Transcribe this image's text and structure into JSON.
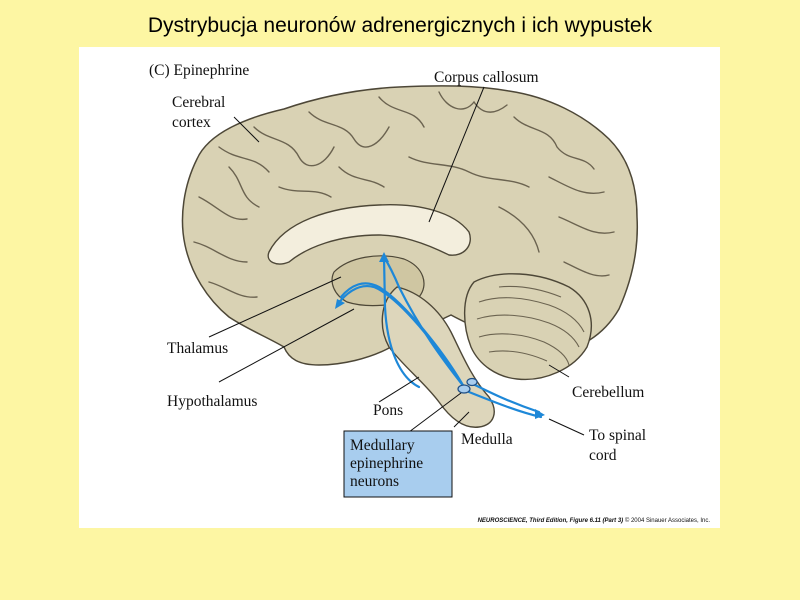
{
  "slide": {
    "title": "Dystrybucja neuronów adrenergicznych i ich wypustek"
  },
  "figure": {
    "panel_label": "(C)  Epinephrine",
    "labels": {
      "cerebral_cortex_1": "Cerebral",
      "cerebral_cortex_2": "cortex",
      "corpus_callosum": "Corpus callosum",
      "thalamus": "Thalamus",
      "hypothalamus": "Hypothalamus",
      "pons": "Pons",
      "medulla": "Medulla",
      "cerebellum": "Cerebellum",
      "spinal_1": "To spinal",
      "spinal_2": "cord",
      "neurons_1": "Medullary",
      "neurons_2": "epinephrine",
      "neurons_3": "neurons"
    },
    "credit_title": "NEUROSCIENCE, Third Edition,",
    "credit_figure": "Figure 6.11 (Part 3)",
    "credit_copyright": "© 2004 Sinauer Associates, Inc."
  },
  "colors": {
    "brain": "#d9d2b4",
    "brain_outline": "#4d4737",
    "pathway": "#1e88d8",
    "callout_box": "#a8cdee"
  }
}
